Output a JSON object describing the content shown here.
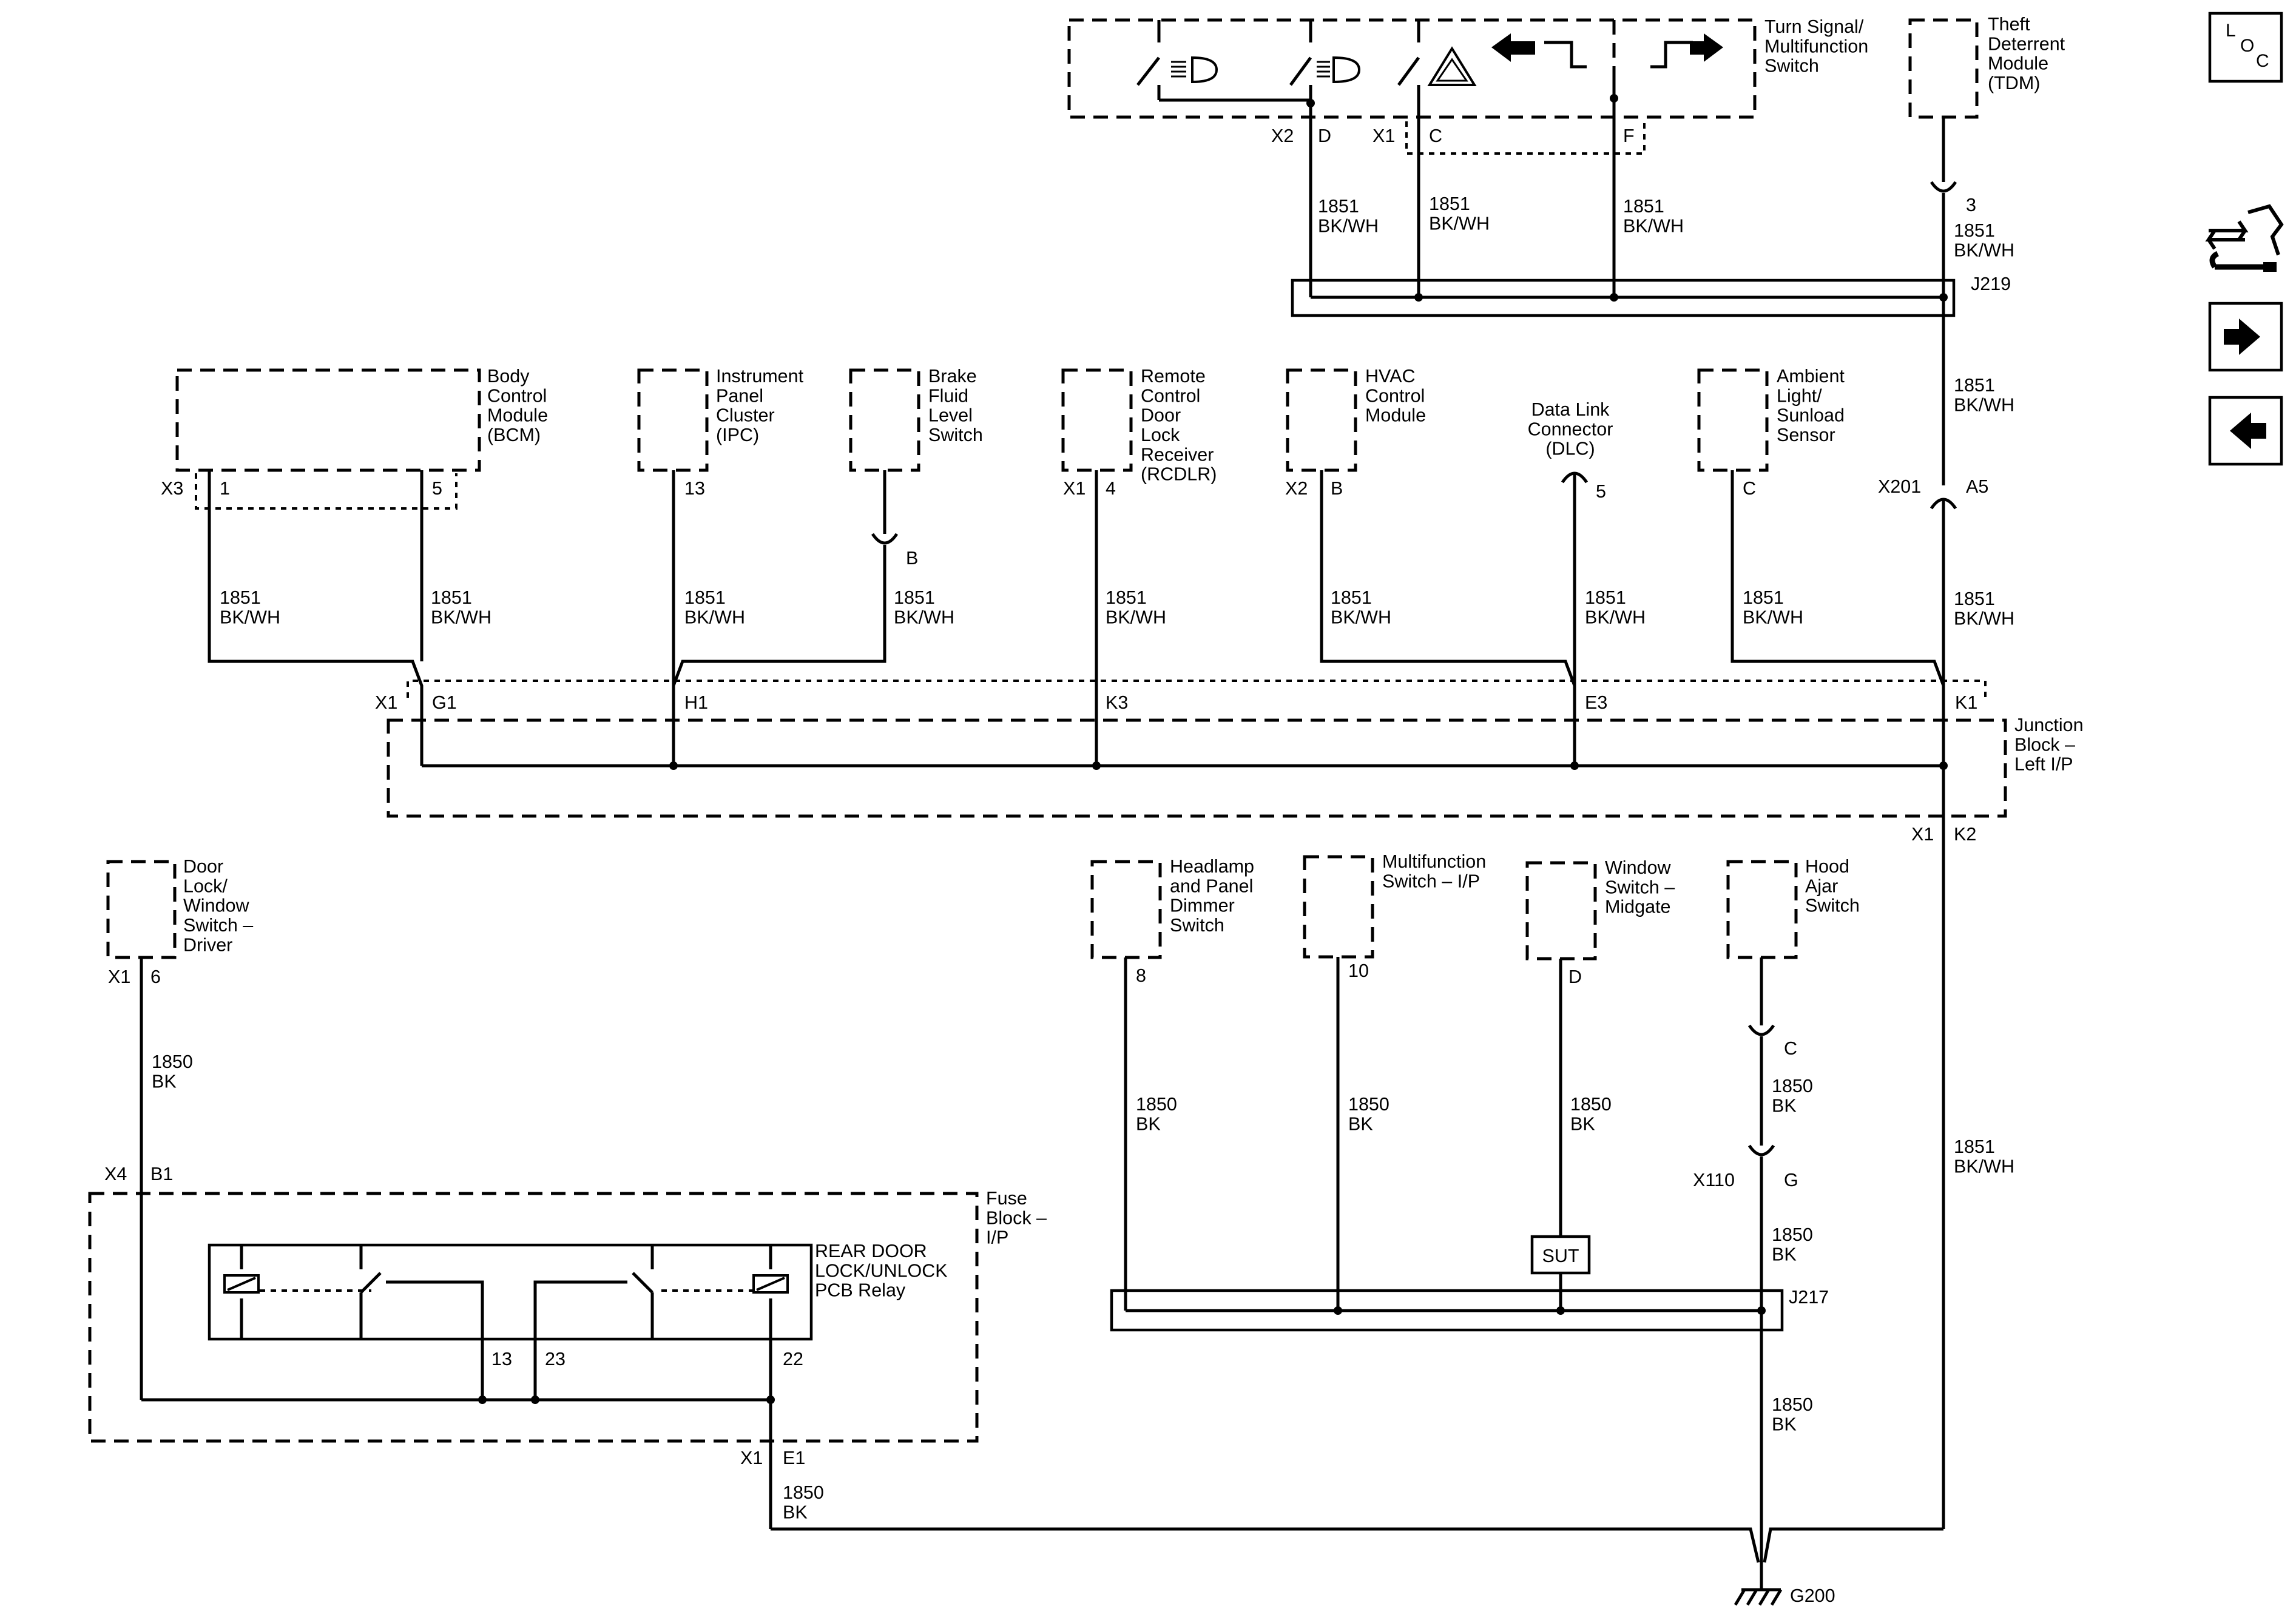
{
  "diagram": {
    "components": {
      "turn_signal_switch": "Turn Signal/\nMultifunction\nSwitch",
      "theft_deterrent_module": "Theft\nDeterrent\nModule\n(TDM)",
      "body_control_module": "Body\nControl\nModule\n(BCM)",
      "instrument_panel_cluster": "Instrument\nPanel\nCluster\n(IPC)",
      "brake_fluid_level_switch": "Brake\nFluid\nLevel\nSwitch",
      "remote_control_door_lock_receiver": "Remote\nControl\nDoor\nLock\nReceiver\n(RCDLR)",
      "hvac_control_module": "HVAC\nControl\nModule",
      "data_link_connector": "Data Link\nConnector\n(DLC)",
      "ambient_light_sunload_sensor": "Ambient\nLight/\nSunload\nSensor",
      "junction_block": "Junction\nBlock –\nLeft I/P",
      "door_lock_window_switch_driver": "Door\nLock/\nWindow\nSwitch –\nDriver",
      "headlamp_panel_dimmer_switch": "Headlamp\nand Panel\nDimmer\nSwitch",
      "multifunction_switch_ip": "Multifunction\nSwitch – I/P",
      "window_switch_midgate": "Window\nSwitch –\nMidgate",
      "hood_ajar_switch": "Hood\nAjar\nSwitch",
      "fuse_block": "Fuse\nBlock –\nI/P",
      "relay": "REAR DOOR\nLOCK/UNLOCK\nPCB Relay"
    },
    "wire_labels": {
      "w1851": "1851\nBK/WH",
      "w1850": "1850\nBK"
    },
    "splices": {
      "j219": "J219",
      "j217": "J217",
      "sut": "SUT"
    },
    "ground": "G200",
    "connectors": {
      "x1": "X1",
      "x2": "X2",
      "x3": "X3",
      "x4": "X4",
      "x110": "X110",
      "x201": "X201"
    },
    "pins": {
      "d": "D",
      "c": "C",
      "f": "F",
      "p3": "3",
      "p1": "1",
      "p5": "5",
      "p13": "13",
      "b": "B",
      "p4": "4",
      "a5": "A5",
      "g1": "G1",
      "h1": "H1",
      "k3": "K3",
      "e3": "E3",
      "k1": "K1",
      "k2": "K2",
      "p6": "6",
      "p8": "8",
      "p10": "10",
      "g": "G",
      "b1": "B1",
      "p23": "23",
      "p22": "22",
      "e1": "E1"
    }
  },
  "nav": {
    "loc_l": "L",
    "loc_o": "O",
    "loc_c": "C"
  }
}
